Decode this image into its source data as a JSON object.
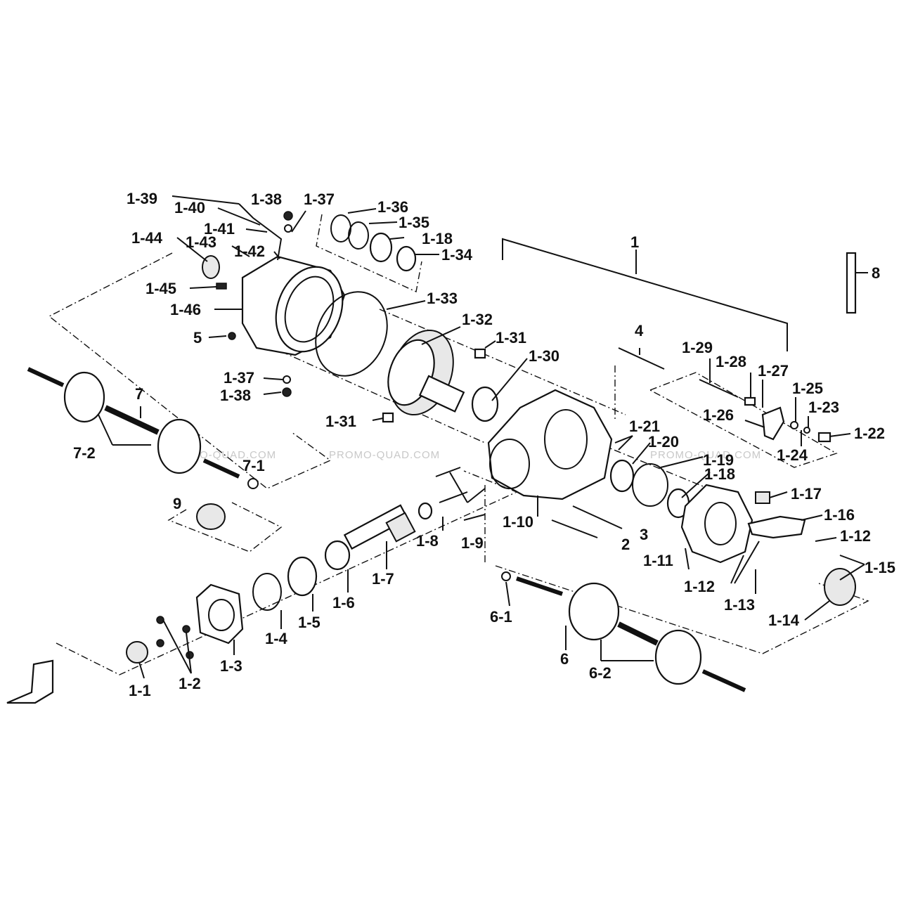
{
  "watermark": "PROMO-QUAD.COM",
  "labels": {
    "l1": "1",
    "l2": "2",
    "l3": "3",
    "l4": "4",
    "l5": "5",
    "l6": "6",
    "l7": "7",
    "l8": "8",
    "l9": "9",
    "l1_1": "1-1",
    "l1_2": "1-2",
    "l1_3": "1-3",
    "l1_4": "1-4",
    "l1_5": "1-5",
    "l1_6": "1-6",
    "l1_7": "1-7",
    "l1_8": "1-8",
    "l1_9": "1-9",
    "l1_10": "1-10",
    "l1_11": "1-11",
    "l1_12a": "1-12",
    "l1_12b": "1-12",
    "l1_13": "1-13",
    "l1_14": "1-14",
    "l1_15": "1-15",
    "l1_16": "1-16",
    "l1_17": "1-17",
    "l1_18a": "1-18",
    "l1_18b": "1-18",
    "l1_19": "1-19",
    "l1_20": "1-20",
    "l1_21": "1-21",
    "l1_22": "1-22",
    "l1_23": "1-23",
    "l1_24": "1-24",
    "l1_25": "1-25",
    "l1_26": "1-26",
    "l1_27": "1-27",
    "l1_28": "1-28",
    "l1_29": "1-29",
    "l1_30": "1-30",
    "l1_31a": "1-31",
    "l1_31b": "1-31",
    "l1_32": "1-32",
    "l1_33": "1-33",
    "l1_34": "1-34",
    "l1_35": "1-35",
    "l1_36": "1-36",
    "l1_37a": "1-37",
    "l1_37b": "1-37",
    "l1_38a": "1-38",
    "l1_38b": "1-38",
    "l1_39": "1-39",
    "l1_40": "1-40",
    "l1_41": "1-41",
    "l1_42": "1-42",
    "l1_43": "1-43",
    "l1_44": "1-44",
    "l1_45": "1-45",
    "l1_46": "1-46",
    "l6_1": "6-1",
    "l6_2": "6-2",
    "l7_1": "7-1",
    "l7_2": "7-2"
  }
}
